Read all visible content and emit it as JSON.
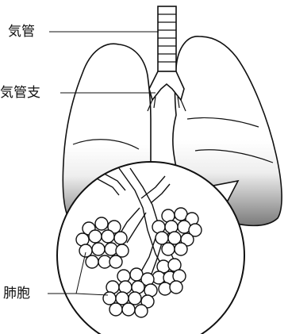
{
  "labels": {
    "trachea": "気管",
    "bronchus": "気管支",
    "alveoli": "肺胞"
  },
  "colors": {
    "outline": "#111111",
    "shade_light": "#f2f2f2",
    "shade_dark": "#777777"
  }
}
